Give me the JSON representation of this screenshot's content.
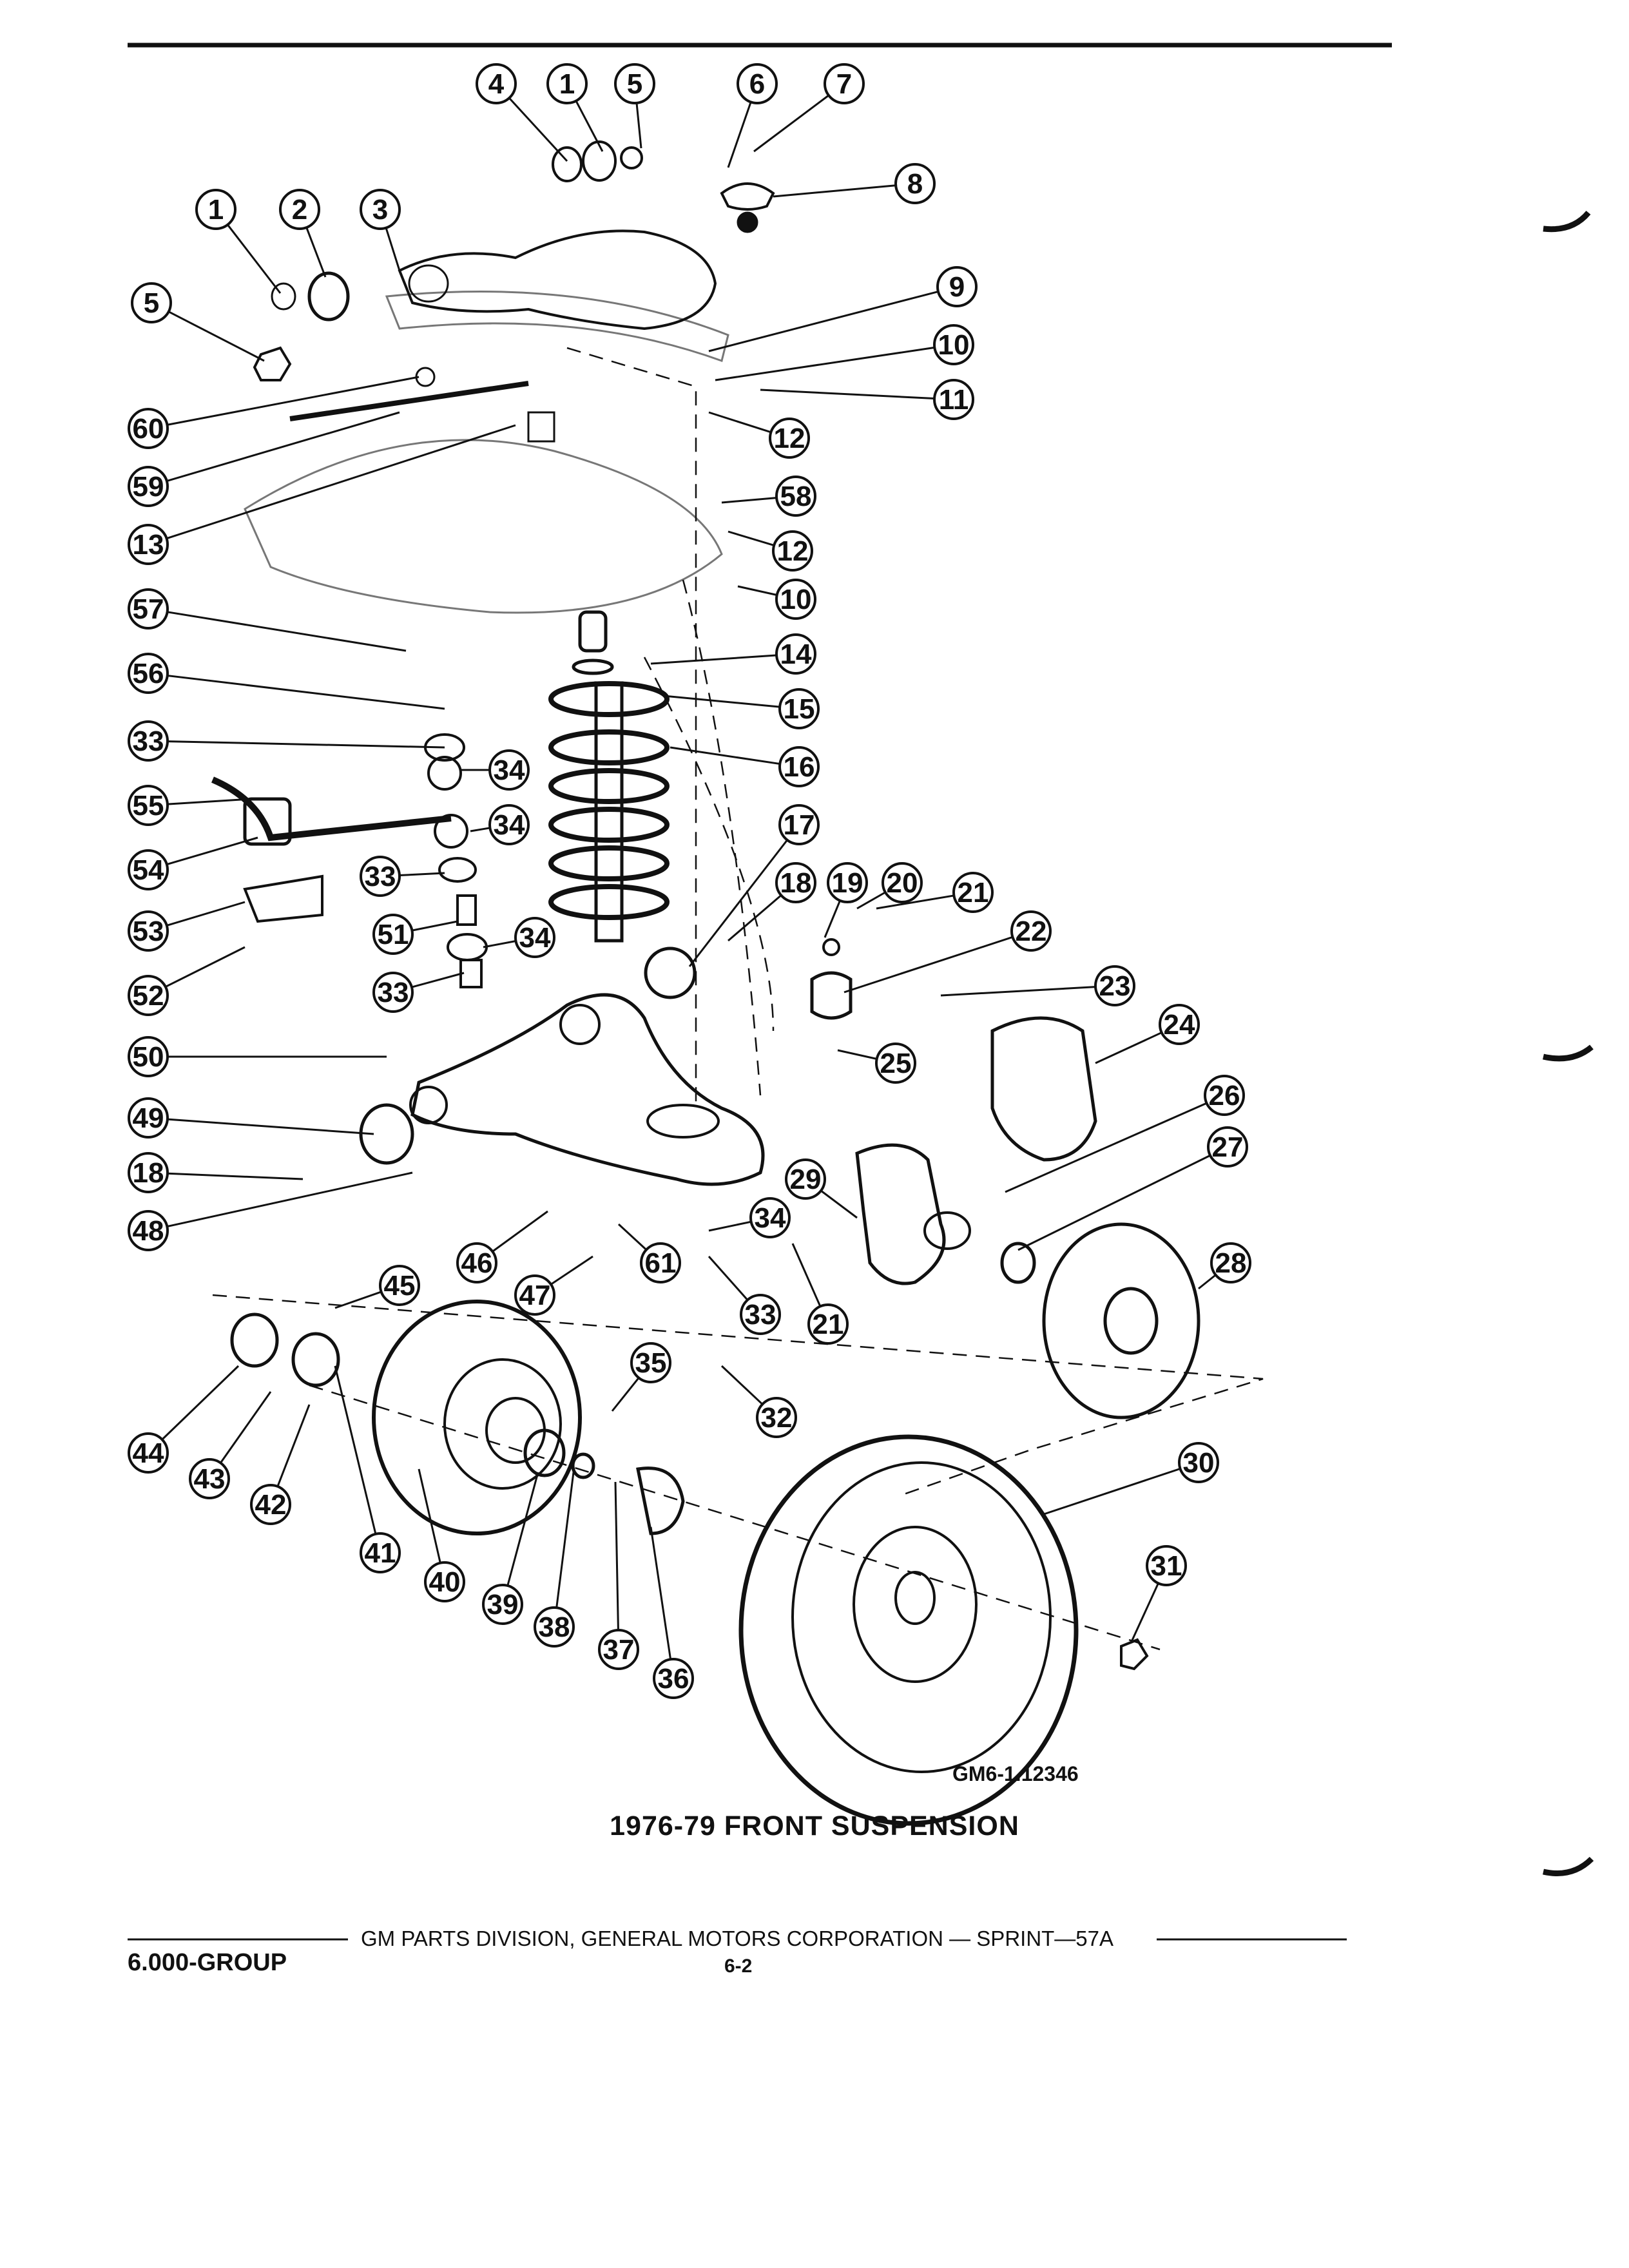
{
  "diagram": {
    "caption": "1976-79 FRONT SUSPENSION",
    "figure_code": "GM6-1.12346",
    "callouts": [
      "4",
      "1",
      "5",
      "6",
      "7",
      "8",
      "1",
      "2",
      "3",
      "5",
      "9",
      "10",
      "11",
      "60",
      "12",
      "59",
      "58",
      "13",
      "12",
      "10",
      "57",
      "14",
      "56",
      "15",
      "33",
      "34",
      "16",
      "55",
      "34",
      "17",
      "54",
      "33",
      "18",
      "19",
      "20",
      "21",
      "53",
      "51",
      "34",
      "22",
      "52",
      "33",
      "23",
      "24",
      "50",
      "25",
      "26",
      "49",
      "18",
      "29",
      "27",
      "48",
      "34",
      "46",
      "61",
      "47",
      "33",
      "21",
      "28",
      "45",
      "35",
      "44",
      "43",
      "32",
      "42",
      "41",
      "30",
      "40",
      "39",
      "38",
      "37",
      "36",
      "31"
    ]
  },
  "footer": {
    "credit": "GM PARTS DIVISION, GENERAL MOTORS CORPORATION — SPRINT—57A",
    "group": "6.000-GROUP",
    "page_number": "6-2"
  },
  "colors": {
    "ink": "#111111",
    "paper": "#ffffff",
    "shading": "#9a9a9a"
  }
}
